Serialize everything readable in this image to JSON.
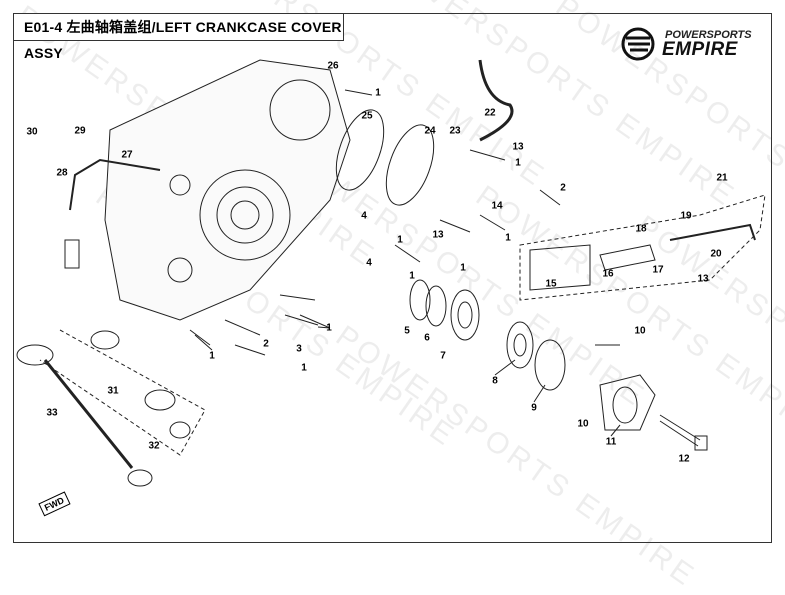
{
  "title": "E01-4 左曲轴箱盖组/LEFT CRANKCASE COVER ASSY",
  "logo": {
    "line1": "POWERSPORTS",
    "line2": "EMPIRE",
    "icon": "empire-wings-icon"
  },
  "watermark": "POWERSPORTS EMPIRE",
  "fwd_label": "FWD",
  "callouts": [
    "26",
    "1",
    "25",
    "24",
    "23",
    "22",
    "13",
    "1",
    "2",
    "21",
    "14",
    "1",
    "4",
    "13",
    "1",
    "4",
    "1",
    "1",
    "18",
    "19",
    "20",
    "16",
    "17",
    "13",
    "15",
    "5",
    "6",
    "7",
    "1",
    "1",
    "2",
    "3",
    "1",
    "8",
    "10",
    "9",
    "10",
    "11",
    "12",
    "30",
    "29",
    "27",
    "28",
    "31",
    "33",
    "32"
  ]
}
